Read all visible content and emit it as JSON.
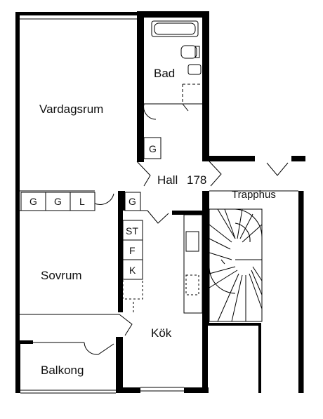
{
  "rooms": {
    "vardagsrum": "Vardagsrum",
    "bad": "Bad",
    "hall": "Hall",
    "sovrum": "Sovrum",
    "kok": "Kök",
    "balkong": "Balkong",
    "trapphus": "Trapphus"
  },
  "apartment_number": "178",
  "storage": {
    "wardrobe_g": "G",
    "wardrobe_l": "L",
    "kitchen_st": "ST",
    "kitchen_f": "F",
    "kitchen_k": "K"
  },
  "colors": {
    "wall": "#000000",
    "line": "#000000",
    "background": "#ffffff"
  }
}
